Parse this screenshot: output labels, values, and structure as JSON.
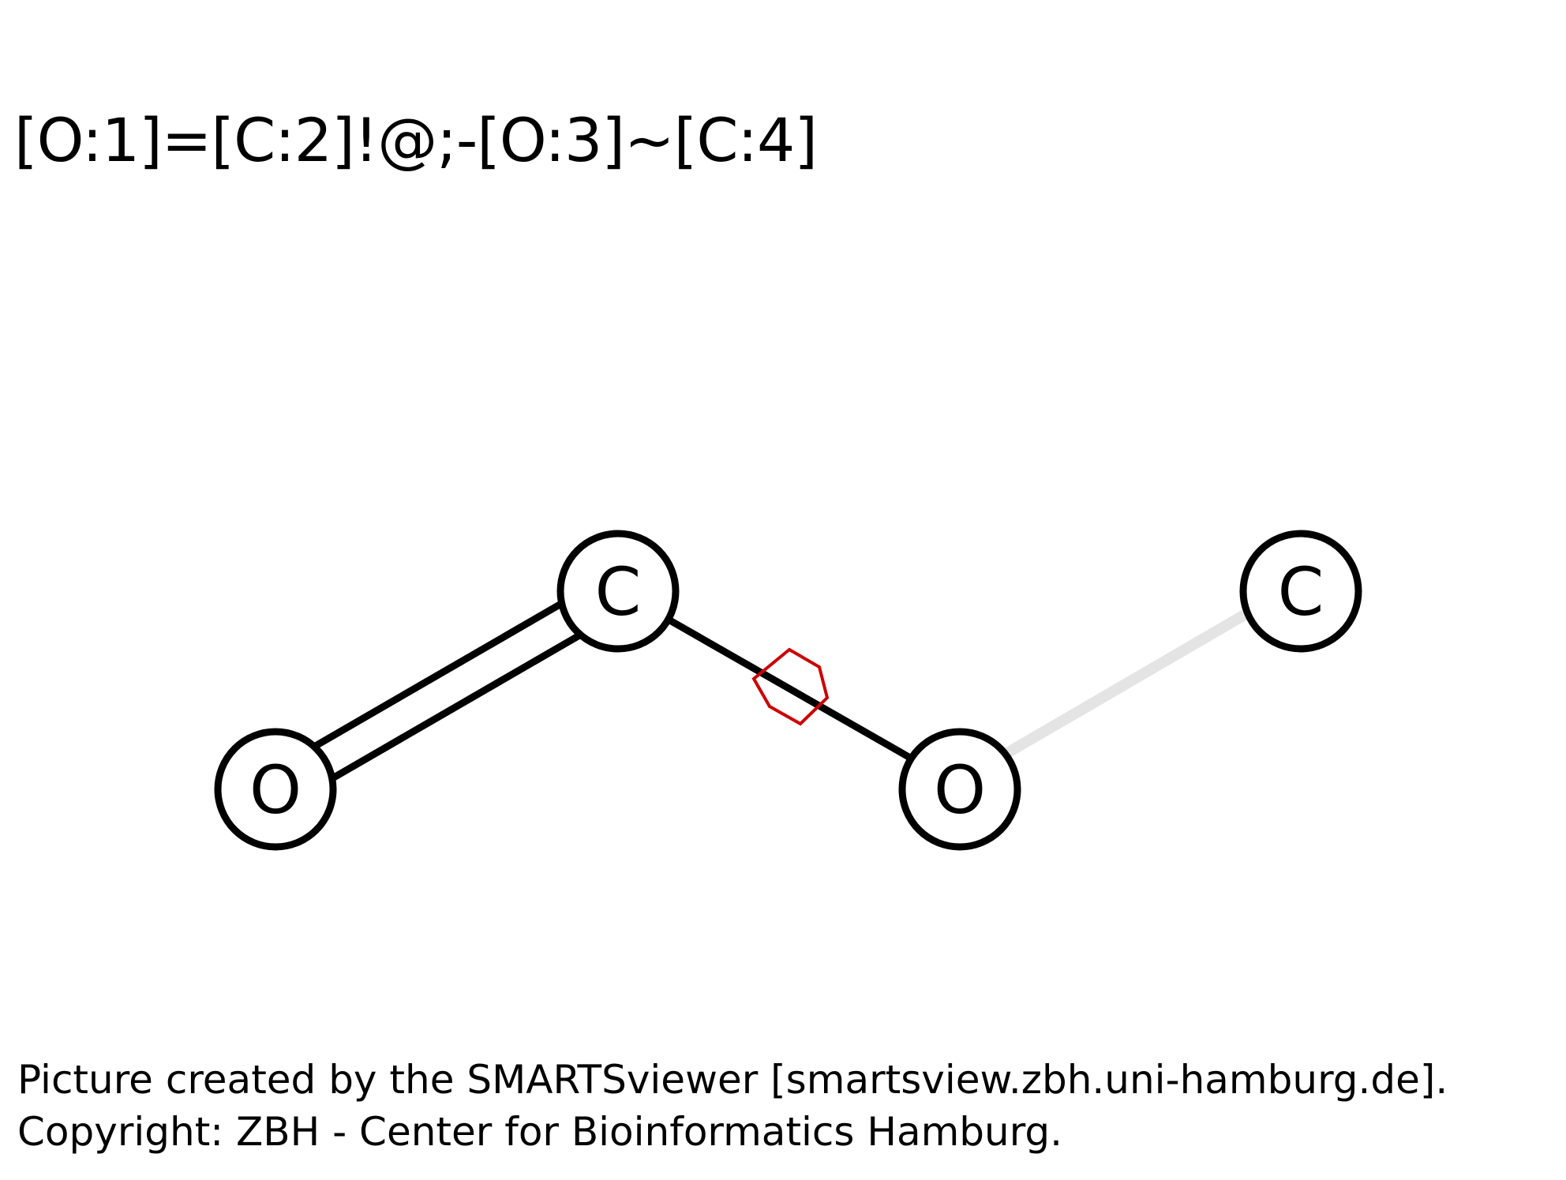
{
  "title": "[O:1]=[C:2]!@;-[O:3]~[C:4]",
  "atoms": [
    {
      "id": "o1",
      "label": "O"
    },
    {
      "id": "c2",
      "label": "C"
    },
    {
      "id": "o3",
      "label": "O"
    },
    {
      "id": "c4",
      "label": "C"
    }
  ],
  "bonds": [
    {
      "from": "o1",
      "to": "c2",
      "order": "double",
      "color": "#000000"
    },
    {
      "from": "c2",
      "to": "o3",
      "order": "single",
      "color": "#000000",
      "marker": "non-ring",
      "marker_color": "#cc0000"
    },
    {
      "from": "o3",
      "to": "c4",
      "order": "any",
      "color": "#e4e4e4"
    }
  ],
  "footer": {
    "line1": "Picture created by the SMARTSviewer [smartsview.zbh.uni-hamburg.de].",
    "line2": "Copyright: ZBH - Center for Bioinformatics Hamburg."
  }
}
